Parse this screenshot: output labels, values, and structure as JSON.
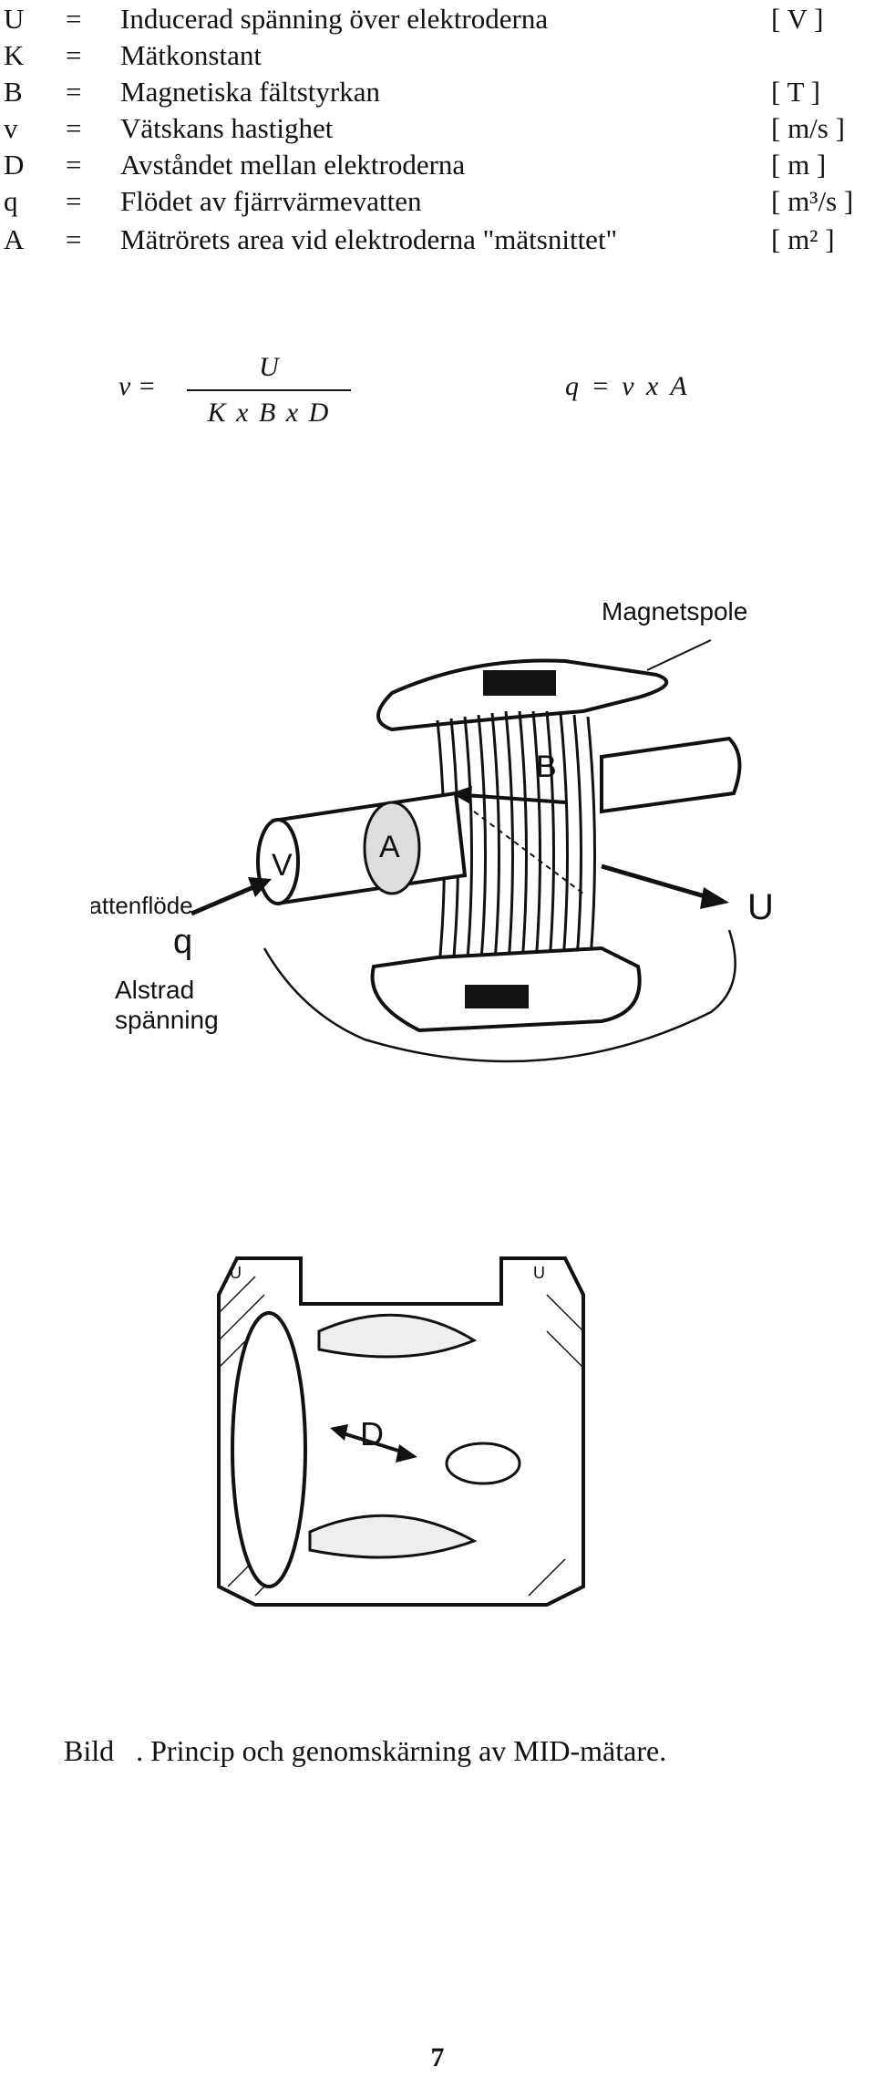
{
  "definitions": [
    {
      "sym": "U",
      "eq": "=",
      "desc": "Inducerad spänning över elektroderna",
      "unit": "[ V ]"
    },
    {
      "sym": "K",
      "eq": "=",
      "desc": "Mätkonstant",
      "unit": ""
    },
    {
      "sym": "B",
      "eq": "=",
      "desc": "Magnetiska fältstyrkan",
      "unit": "[ T ]"
    },
    {
      "sym": "v",
      "eq": "=",
      "desc": "Vätskans hastighet",
      "unit": "[ m/s ]"
    },
    {
      "sym": "D",
      "eq": "=",
      "desc": "Avståndet mellan elektroderna",
      "unit": "[ m ]"
    },
    {
      "sym": "q",
      "eq": "=",
      "desc": "Flödet av fjärrvärmevatten",
      "unit": "[ m³/s ]"
    },
    {
      "sym": "A",
      "eq": "=",
      "desc": "Mätrörets area vid elektroderna \"mätsnittet\"",
      "unit": "[ m² ]"
    }
  ],
  "formulas": {
    "v_lhs": "v =",
    "v_num": "U",
    "v_den": "K x B x D",
    "q_formula": "q = v x A"
  },
  "figure1": {
    "magnetspole": "Magnetspole",
    "vattenflode": "Vattenflöde",
    "q": "q",
    "alstrad": "Alstrad",
    "spanning": "spänning",
    "B": "B",
    "A": "A",
    "V": "V",
    "U": "U"
  },
  "figure2": {
    "D": "D",
    "mark": "U"
  },
  "caption": {
    "bild": "Bild",
    "text": ". Princip och genomskärning av MID-mätare."
  },
  "page_number": "7"
}
